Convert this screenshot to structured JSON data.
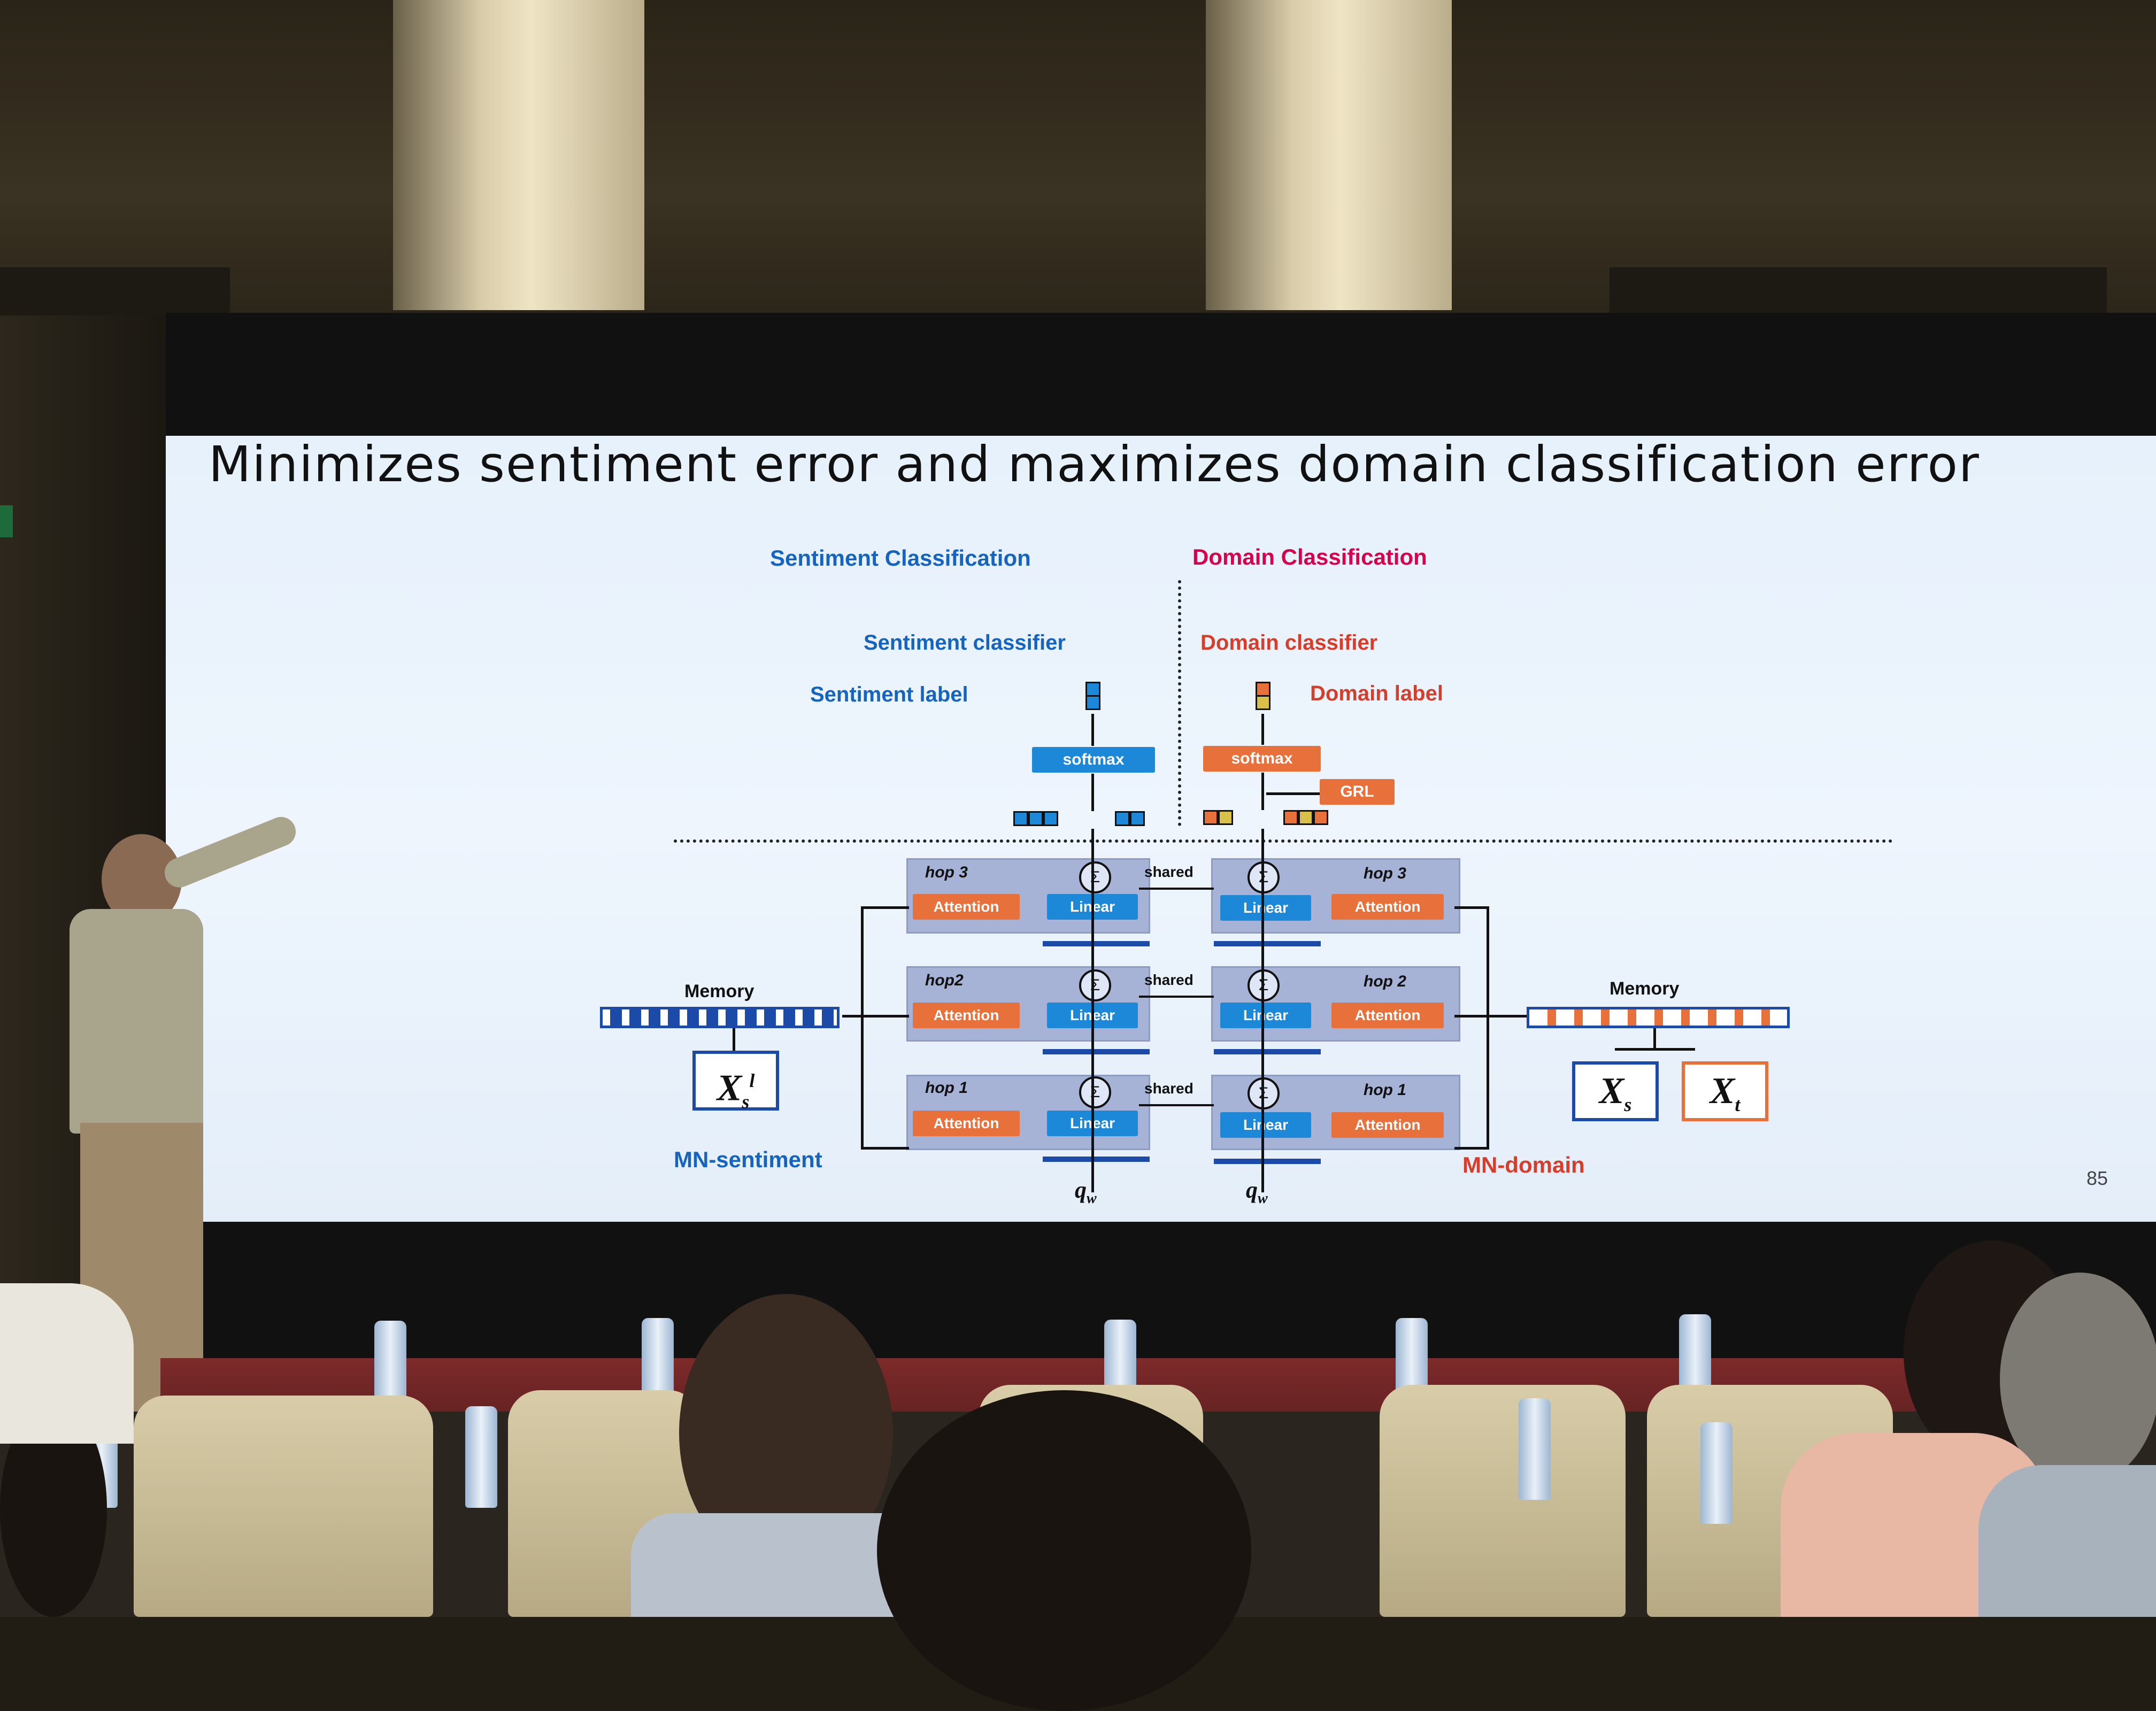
{
  "slide": {
    "title": "Minimizes sentiment error and maximizes domain classification error",
    "number": "85"
  },
  "diagram": {
    "sentiment_classification": "Sentiment Classification",
    "domain_classification": "Domain Classification",
    "sentiment_classifier": "Sentiment classifier",
    "domain_classifier": "Domain classifier",
    "sentiment_label": "Sentiment label",
    "domain_label": "Domain label",
    "softmax": "softmax",
    "grl": "GRL",
    "attention": "Attention",
    "linear": "Linear",
    "shared": "shared",
    "hop3": "hop 3",
    "hop2_left": "hop2",
    "hop2_right": "hop 2",
    "hop1": "hop 1",
    "memory": "Memory",
    "sigma": "Σ",
    "mn_sentiment": "MN-sentiment",
    "mn_domain": "MN-domain",
    "qw": "qw",
    "xs_l": "X",
    "xs": "X",
    "xt": "X"
  },
  "colors": {
    "blue": "#1e88d8",
    "orange": "#e8703a",
    "label_blue": "#1565c0",
    "label_red": "#d63d2a",
    "label_magenta": "#d8004a",
    "hop_panel": "#a7b3d6"
  }
}
